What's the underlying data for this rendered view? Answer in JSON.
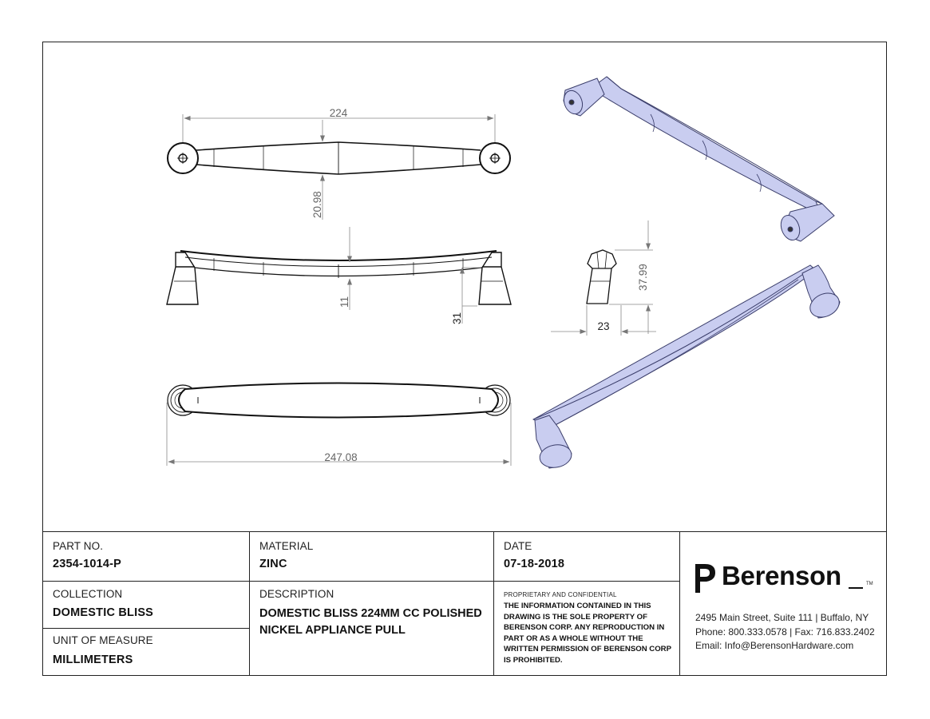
{
  "drawing": {
    "dimensions": {
      "cc_length": "224",
      "top_height": "20.98",
      "bar_thickness": "11",
      "post_height": "31",
      "overall_length": "247.08",
      "side_height": "37.99",
      "side_width": "23"
    }
  },
  "titleblock": {
    "part_no_label": "PART NO.",
    "part_no": "2354-1014-P",
    "material_label": "MATERIAL",
    "material": "ZINC",
    "date_label": "DATE",
    "date": "07-18-2018",
    "collection_label": "COLLECTION",
    "collection": "DOMESTIC BLISS",
    "description_label": "DESCRIPTION",
    "description": "DOMESTIC BLISS 224MM CC POLISHED NICKEL APPLIANCE PULL",
    "unit_label": "UNIT OF MEASURE",
    "unit": "MILLIMETERS",
    "proprietary_heading": "PROPRIETARY AND CONFIDENTIAL",
    "proprietary_text": "THE INFORMATION CONTAINED IN THIS DRAWING IS THE SOLE PROPERTY OF BERENSON CORP. ANY REPRODUCTION IN PART OR AS A WHOLE WITHOUT THE WRITTEN PERMISSION OF BERENSON CORP IS PROHIBITED."
  },
  "company": {
    "name": "Berenson",
    "trademark": "TM",
    "address": "2495 Main Street, Suite 111 | Buffalo, NY",
    "phone": "Phone: 800.333.0578 | Fax: 716.833.2402",
    "email": "Email: Info@BerensonHardware.com"
  },
  "colors": {
    "render_fill": "#c9cdf0",
    "render_stroke": "#3a3d6a",
    "line": "#222222",
    "dimension": "#777777"
  }
}
